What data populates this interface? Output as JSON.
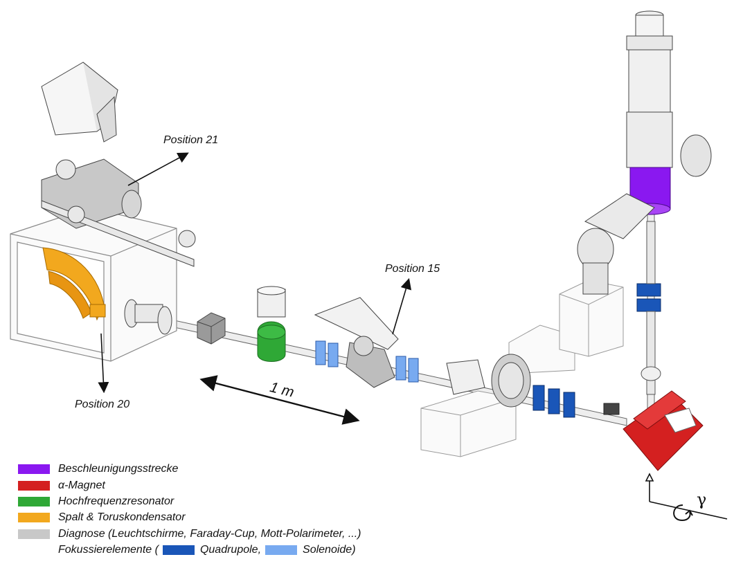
{
  "labels": {
    "pos21": "Position 21",
    "pos15": "Position 15",
    "pos20": "Position 20",
    "scale": "1 m",
    "gamma": "γ"
  },
  "legend": {
    "items": [
      {
        "label": "Beschleunigungsstrecke",
        "color": "#8a18f0"
      },
      {
        "label": "α-Magnet",
        "color": "#d42020"
      },
      {
        "label": "Hochfrequenzresonator",
        "color": "#2fa836"
      },
      {
        "label": "Spalt & Toruskondensator",
        "color": "#f2a81e"
      },
      {
        "label": "Diagnose (Leuchtschirme, Faraday-Cup, Mott-Polarimeter, ...)",
        "color": "#c8c8c8"
      }
    ],
    "focus": {
      "prefix": "Fokussierelemente (",
      "quad_label": "Quadrupole,",
      "quad_color": "#1a56b8",
      "sol_label": "Solenoide)",
      "sol_color": "#78aaf0"
    }
  }
}
